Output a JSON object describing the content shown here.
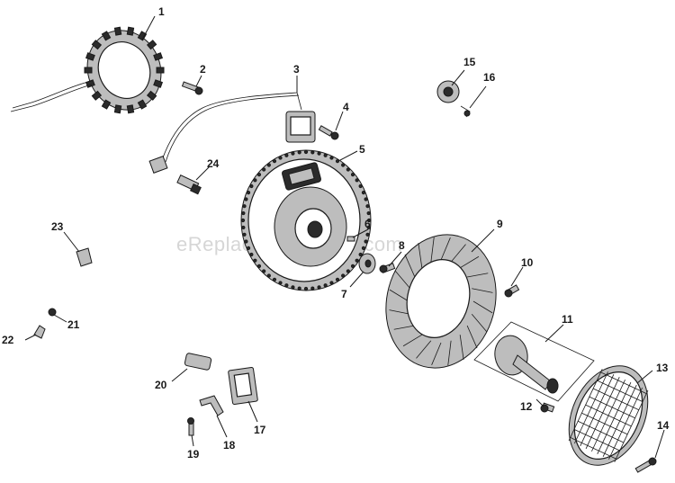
{
  "watermark": "eReplacementParts.com",
  "callouts": [
    "1",
    "2",
    "3",
    "4",
    "5",
    "6",
    "7",
    "8",
    "9",
    "10",
    "11",
    "12",
    "13",
    "14",
    "15",
    "16",
    "17",
    "18",
    "19",
    "20",
    "21",
    "22",
    "23",
    "24"
  ],
  "parts": {
    "stator": "1",
    "stator_screw": "2",
    "ignition_module_wire": "3",
    "ignition_screw": "4",
    "flywheel": "5",
    "key": "6",
    "washer": "7",
    "flywheel_screw": "8",
    "fan": "9",
    "fan_screw": "10",
    "hub": "11",
    "hub_screw": "12",
    "screen": "13",
    "screen_screw": "14",
    "kill_switch": "15",
    "switch_clip": "16",
    "rectifier": "17",
    "bracket": "18",
    "rectifier_screw": "19",
    "connector": "20",
    "nut": "21",
    "terminal": "22",
    "clip": "23",
    "spark_plug": "24"
  }
}
